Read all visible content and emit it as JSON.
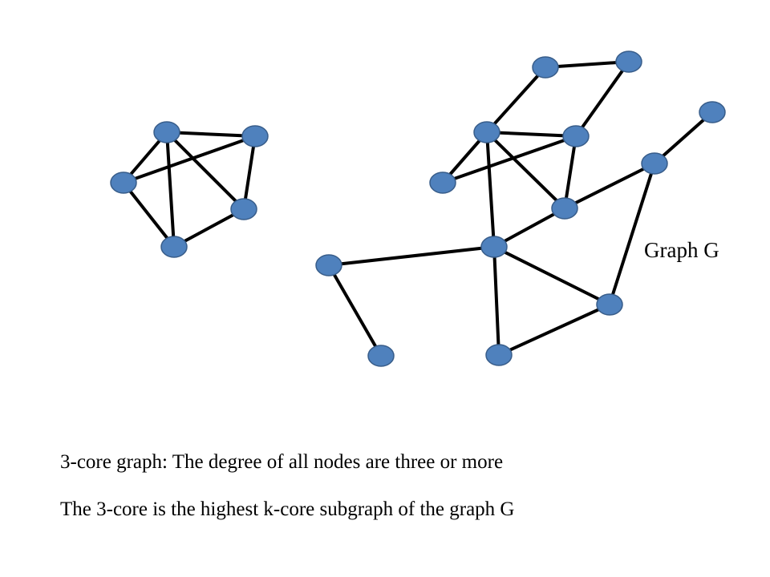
{
  "diagram": {
    "graph_label": "Graph G",
    "captions": [
      "3-core graph: The degree of all nodes are three or more",
      "The 3-core is the highest k-core subgraph of the graph G"
    ],
    "colors": {
      "node_fill": "#4f81bd",
      "node_stroke": "#385d8a",
      "edge": "#000000"
    },
    "components": [
      {
        "id": "left-cluster",
        "nodes": [
          "a1",
          "a2",
          "a3",
          "a4",
          "a5"
        ],
        "edges": [
          [
            "a1",
            "a2"
          ],
          [
            "a1",
            "a3"
          ],
          [
            "a1",
            "a4"
          ],
          [
            "a1",
            "a5"
          ],
          [
            "a2",
            "a3"
          ],
          [
            "a2",
            "a4"
          ],
          [
            "a3",
            "a5"
          ],
          [
            "a4",
            "a5"
          ]
        ]
      },
      {
        "id": "right-cluster",
        "nodes": [
          "t1",
          "t2",
          "b1",
          "b2",
          "b3",
          "b4",
          "b5",
          "r1",
          "r2",
          "r3",
          "bot",
          "l1",
          "l2"
        ],
        "edges": [
          [
            "t1",
            "t2"
          ],
          [
            "t1",
            "b1"
          ],
          [
            "t2",
            "b2"
          ],
          [
            "r1",
            "r2"
          ],
          [
            "b1",
            "b2"
          ],
          [
            "b1",
            "b3"
          ],
          [
            "b1",
            "b4"
          ],
          [
            "b1",
            "b5"
          ],
          [
            "b2",
            "b3"
          ],
          [
            "b2",
            "b4"
          ],
          [
            "b4",
            "b5"
          ],
          [
            "b4",
            "r2"
          ],
          [
            "r2",
            "r3"
          ],
          [
            "b5",
            "r3"
          ],
          [
            "b5",
            "bot"
          ],
          [
            "bot",
            "r3"
          ],
          [
            "b5",
            "l1"
          ],
          [
            "l1",
            "l2"
          ]
        ]
      }
    ]
  }
}
